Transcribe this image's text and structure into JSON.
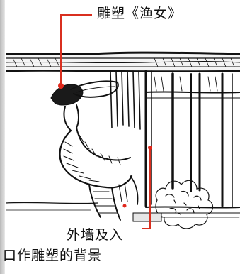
{
  "annotations": {
    "sculpture_label": "雕塑《渔女》",
    "wall_label": "外墙及入"
  },
  "caption": "口作雕塑的背景",
  "colors": {
    "leader_line": "#d92f1f",
    "marker": "#e0281c",
    "ink": "#111111"
  },
  "icons": {
    "sculpture_marker": "red-dot-icon",
    "wall_marker": "red-dot-icon"
  }
}
